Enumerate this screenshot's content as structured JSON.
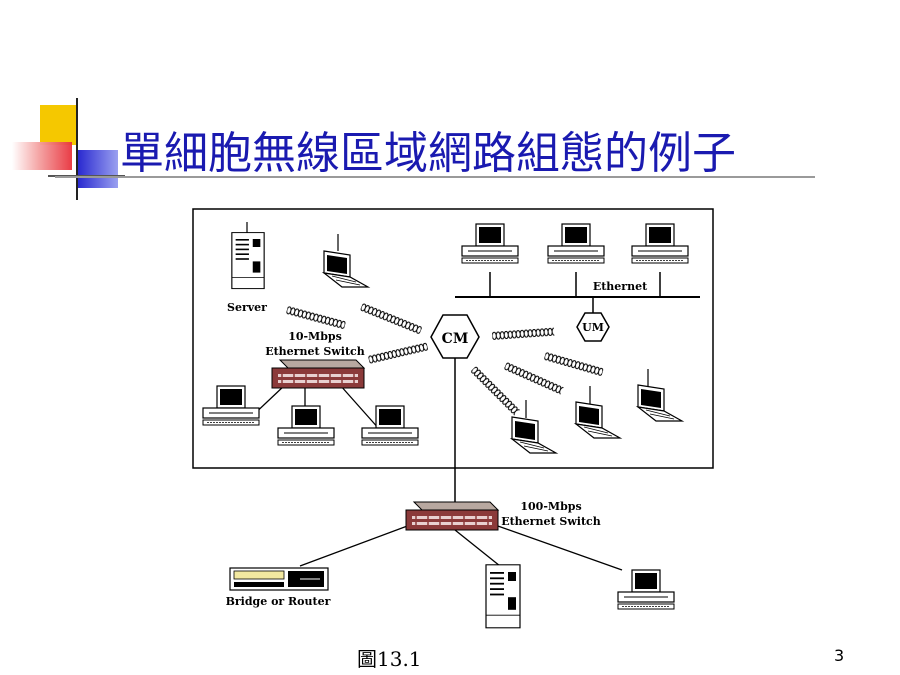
{
  "slide": {
    "title": "單細胞無線區域網路組態的例子",
    "caption": "圖13.1",
    "page_number": "3"
  },
  "diagram": {
    "labels": {
      "server": "Server",
      "ethernet": "Ethernet",
      "cm": "CM",
      "um": "UM",
      "switch10_line1": "10-Mbps",
      "switch10_line2": "Ethernet Switch",
      "switch100_line1": "100-Mbps",
      "switch100_line2": "Ethernet Switch",
      "bridge": "Bridge or Router"
    }
  },
  "colors": {
    "title": "#1a1ab0",
    "deco_yellow": "#f5c800",
    "deco_red": "#e8323c",
    "deco_blue": "#2a2ad0"
  }
}
